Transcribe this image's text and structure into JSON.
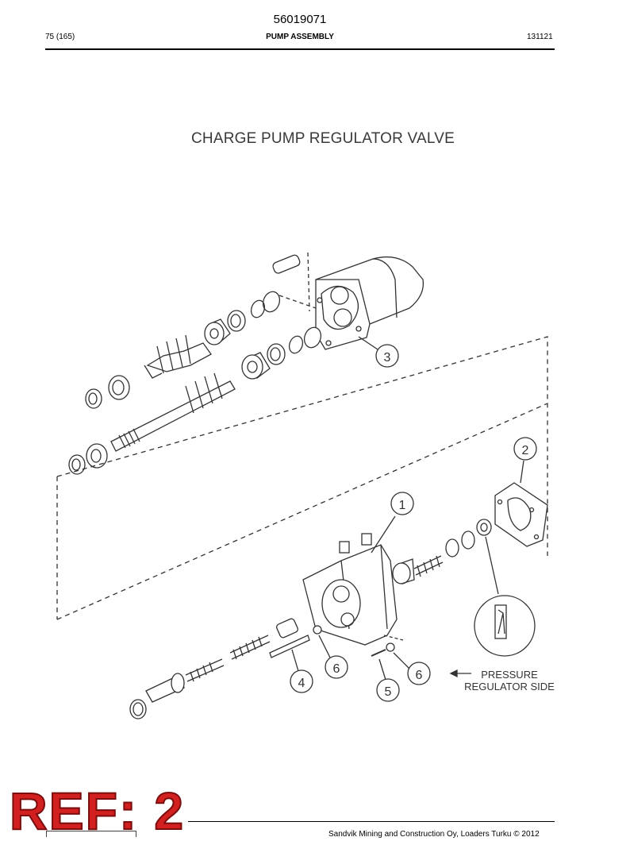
{
  "header": {
    "doc_number": "56019071",
    "page": "75 (165)",
    "section": "PUMP ASSEMBLY",
    "date_code": "131121"
  },
  "figure": {
    "title": "CHARGE PUMP REGULATOR VALVE",
    "callouts": [
      "1",
      "2",
      "3",
      "4",
      "5",
      "6",
      "6"
    ],
    "note": [
      "PRESSURE",
      "REGULATOR SIDE"
    ]
  },
  "overlay": {
    "ref_label": "REF: 2"
  },
  "footer": {
    "copyright": "Sandvik Mining and Construction Oy, Loaders Turku © 2012"
  },
  "colors": {
    "ref_label": "#d21f1f",
    "line_art": "#333333"
  }
}
